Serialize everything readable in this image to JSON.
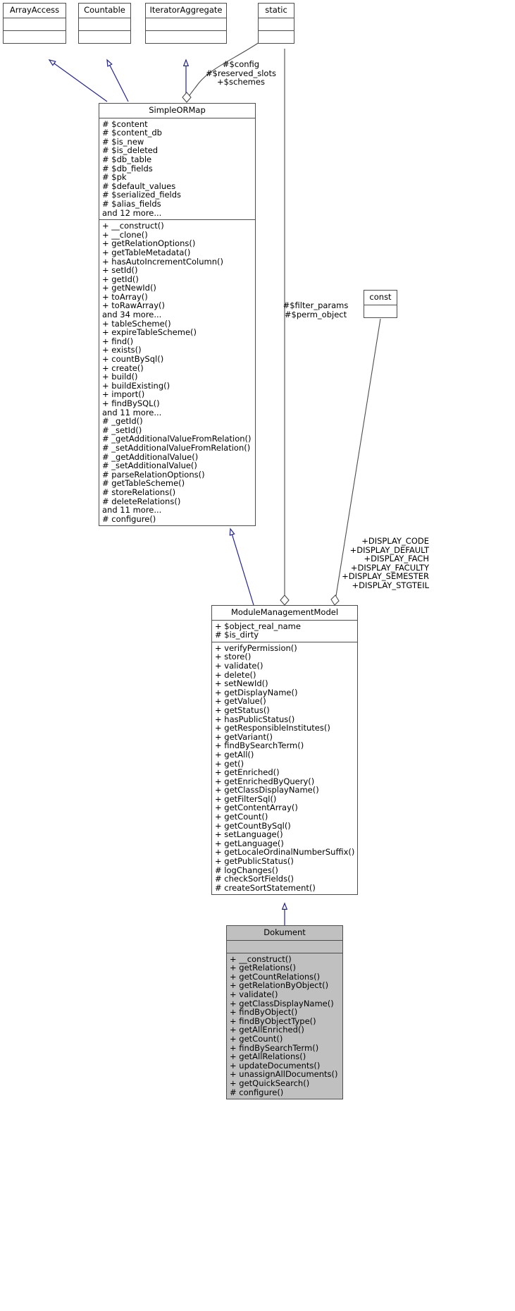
{
  "diagram": {
    "type": "uml-class-diagram",
    "title": "Dokument class inheritance diagram",
    "colors": {
      "box_border": "#4d4d4d",
      "inheritance_arrow": "#25258c",
      "usage_edge": "#4d4d4d",
      "highlight_fill": "#c0c0c0",
      "background": "#ffffff"
    }
  },
  "classes": [
    {
      "id": "ArrayAccess",
      "name": "ArrayAccess",
      "attributes": [],
      "methods": [],
      "highlighted": false
    },
    {
      "id": "Countable",
      "name": "Countable",
      "attributes": [],
      "methods": [],
      "highlighted": false
    },
    {
      "id": "IteratorAggregate",
      "name": "IteratorAggregate",
      "attributes": [],
      "methods": [],
      "highlighted": false
    },
    {
      "id": "static",
      "name": "static",
      "attributes": [],
      "methods": [],
      "highlighted": false
    },
    {
      "id": "const",
      "name": "const",
      "attributes": [],
      "methods": [],
      "highlighted": false
    },
    {
      "id": "SimpleORMap",
      "name": "SimpleORMap",
      "highlighted": false,
      "attributes": [
        "# $content",
        "# $content_db",
        "# $is_new",
        "# $is_deleted",
        "# $db_table",
        "# $db_fields",
        "# $pk",
        "# $default_values",
        "# $serialized_fields",
        "# $alias_fields",
        "and 12 more..."
      ],
      "methods": [
        "+ __construct()",
        "+ __clone()",
        "+ getRelationOptions()",
        "+ getTableMetadata()",
        "+ hasAutoIncrementColumn()",
        "+ setId()",
        "+ getId()",
        "+ getNewId()",
        "+ toArray()",
        "+ toRawArray()",
        "and 34 more...",
        "+ tableScheme()",
        "+ expireTableScheme()",
        "+ find()",
        "+ exists()",
        "+ countBySql()",
        "+ create()",
        "+ build()",
        "+ buildExisting()",
        "+ import()",
        "+ findBySQL()",
        "and 11 more...",
        "# _getId()",
        "# _setId()",
        "# _getAdditionalValueFromRelation()",
        "# _setAdditionalValueFromRelation()",
        "# _getAdditionalValue()",
        "# _setAdditionalValue()",
        "# parseRelationOptions()",
        "# getTableScheme()",
        "# storeRelations()",
        "# deleteRelations()",
        "and 11 more...",
        "# configure()"
      ]
    },
    {
      "id": "ModuleManagementModel",
      "name": "ModuleManagementModel",
      "highlighted": false,
      "attributes": [
        "+ $object_real_name",
        "# $is_dirty"
      ],
      "methods": [
        "+ verifyPermission()",
        "+ store()",
        "+ validate()",
        "+ delete()",
        "+ setNewId()",
        "+ getDisplayName()",
        "+ getValue()",
        "+ getStatus()",
        "+ hasPublicStatus()",
        "+ getResponsibleInstitutes()",
        "+ getVariant()",
        "+ findBySearchTerm()",
        "+ getAll()",
        "+ get()",
        "+ getEnriched()",
        "+ getEnrichedByQuery()",
        "+ getClassDisplayName()",
        "+ getFilterSql()",
        "+ getContentArray()",
        "+ getCount()",
        "+ getCountBySql()",
        "+ setLanguage()",
        "+ getLanguage()",
        "+ getLocaleOrdinalNumberSuffix()",
        "+ getPublicStatus()",
        "# logChanges()",
        "# checkSortFields()",
        "# createSortStatement()"
      ]
    },
    {
      "id": "Dokument",
      "name": "Dokument",
      "highlighted": true,
      "attributes": [],
      "methods": [
        "+ __construct()",
        "+ getRelations()",
        "+ getCountRelations()",
        "+ getRelationByObject()",
        "+ validate()",
        "+ getClassDisplayName()",
        "+ findByObject()",
        "+ findByObjectType()",
        "+ getAllEnriched()",
        "+ getCount()",
        "+ findBySearchTerm()",
        "+ getAllRelations()",
        "+ updateDocuments()",
        "+ unassignAllDocuments()",
        "+ getQuickSearch()",
        "# configure()"
      ]
    }
  ],
  "edge_labels": [
    {
      "id": "static-to-simpleormap",
      "text": "#$config\n#$reserved_slots\n+$schemes"
    },
    {
      "id": "static-to-modulemanagementmodel",
      "text": "#$filter_params\n#$perm_object"
    },
    {
      "id": "const-to-modulemanagementmodel",
      "text": "+DISPLAY_CODE\n+DISPLAY_DEFAULT\n+DISPLAY_FACH\n+DISPLAY_FACULTY\n+DISPLAY_SEMESTER\n+DISPLAY_STGTEIL"
    }
  ]
}
